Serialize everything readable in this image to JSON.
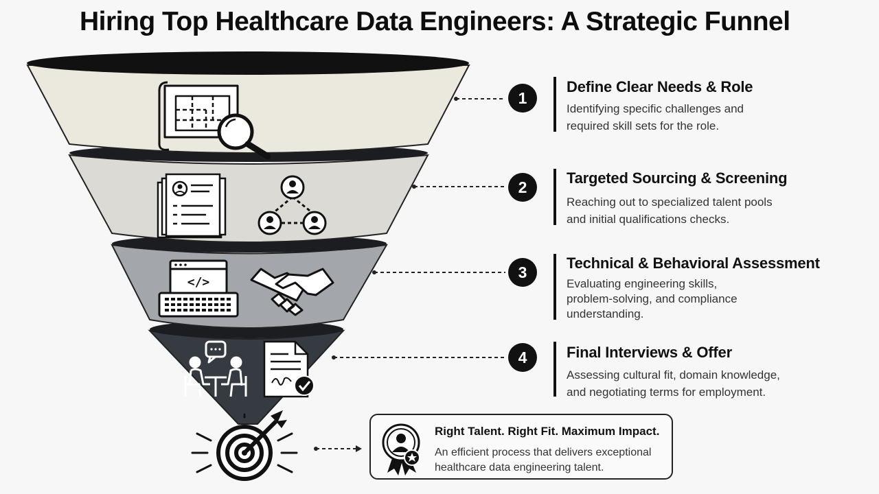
{
  "title": "Hiring Top Healthcare Data Engineers: A Strategic Funnel",
  "steps": [
    {
      "number": "1",
      "title": "Define Clear Needs & Role",
      "lines": [
        "Identifying specific challenges and",
        "required skill sets for the role."
      ],
      "icons": [
        "blueprint-icon",
        "magnifier-icon"
      ],
      "color": "#ebe8dd"
    },
    {
      "number": "2",
      "title": "Targeted Sourcing & Screening",
      "lines": [
        "Reaching out to specialized talent pools",
        "and initial qualifications checks."
      ],
      "icons": [
        "resume-documents-icon",
        "talent-network-icon"
      ],
      "color": "#dcdad4"
    },
    {
      "number": "3",
      "title": "Technical & Behavioral Assessment",
      "lines": [
        "Evaluating engineering skills,",
        "problem-solving, and compliance",
        "understanding."
      ],
      "icons": [
        "code-keyboard-icon",
        "handshake-icon"
      ],
      "color": "#a3a6ab"
    },
    {
      "number": "4",
      "title": "Final Interviews & Offer",
      "lines": [
        "Assessing cultural fit, domain knowledge,",
        "and negotiating terms for employment."
      ],
      "icons": [
        "interview-icon",
        "signed-offer-icon"
      ],
      "color": "#363b42"
    }
  ],
  "outcome": {
    "title": "Right Talent. Right Fit. Maximum Impact.",
    "lines": [
      "An efficient process that delivers exceptional",
      "healthcare data engineering talent."
    ],
    "icons": [
      "target-icon",
      "award-badge-icon"
    ]
  }
}
